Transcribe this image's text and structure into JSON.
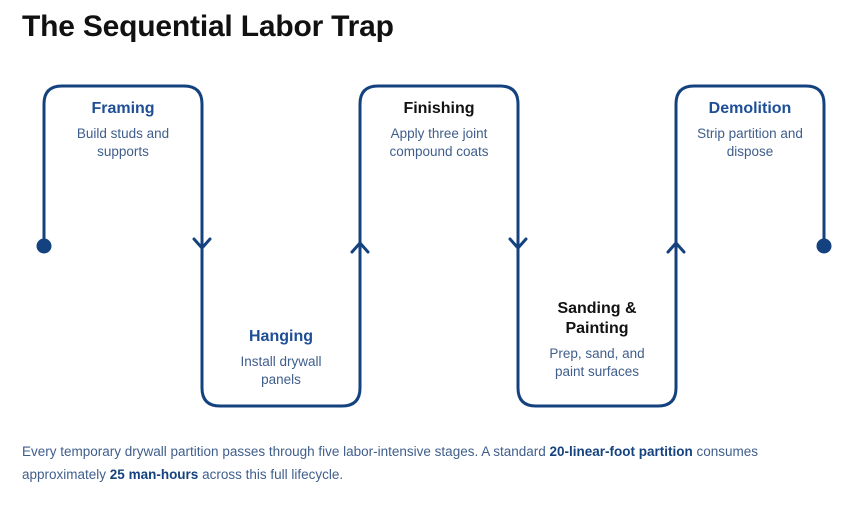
{
  "header": {
    "title": "The Sequential Labor Trap"
  },
  "theme": {
    "line_color": "#14427e",
    "title_blue": "#1d4e96",
    "title_dark": "#121212",
    "description_color": "#3f5e8c",
    "background": "#ffffff"
  },
  "diagram": {
    "type": "serpentine-process-flow",
    "start_marker": "start-dot",
    "end_marker": "end-dot",
    "stages": [
      {
        "index": 1,
        "title": "Framing",
        "title_color": "blue",
        "description": "Build studs and supports",
        "desc_line1": "Build studs and",
        "desc_line2": "supports",
        "position": "top"
      },
      {
        "index": 2,
        "title": "Hanging",
        "title_color": "blue",
        "description": "Install drywall panels",
        "desc_line1": "Install drywall",
        "desc_line2": "panels",
        "position": "bottom"
      },
      {
        "index": 3,
        "title": "Finishing",
        "title_color": "dark",
        "description": "Apply three joint compound coats",
        "desc_line1": "Apply three joint",
        "desc_line2": "compound coats",
        "position": "top"
      },
      {
        "index": 4,
        "title": "Sanding & Painting",
        "title_line1": "Sanding &",
        "title_line2": "Painting",
        "title_color": "dark",
        "description": "Prep, sand, and paint surfaces",
        "desc_line1": "Prep, sand, and",
        "desc_line2": "paint surfaces",
        "position": "bottom"
      },
      {
        "index": 5,
        "title": "Demolition",
        "title_color": "blue",
        "description": "Strip partition and dispose",
        "desc_line1": "Strip partition and",
        "desc_line2": "dispose",
        "position": "top"
      }
    ]
  },
  "caption": {
    "part1": "Every temporary drywall partition passes through five labor-intensive stages. A standard ",
    "bold1": "20-linear-foot partition",
    "part2": " consumes approximately ",
    "bold2": "25 man-hours",
    "part3": " across this full lifecycle."
  }
}
